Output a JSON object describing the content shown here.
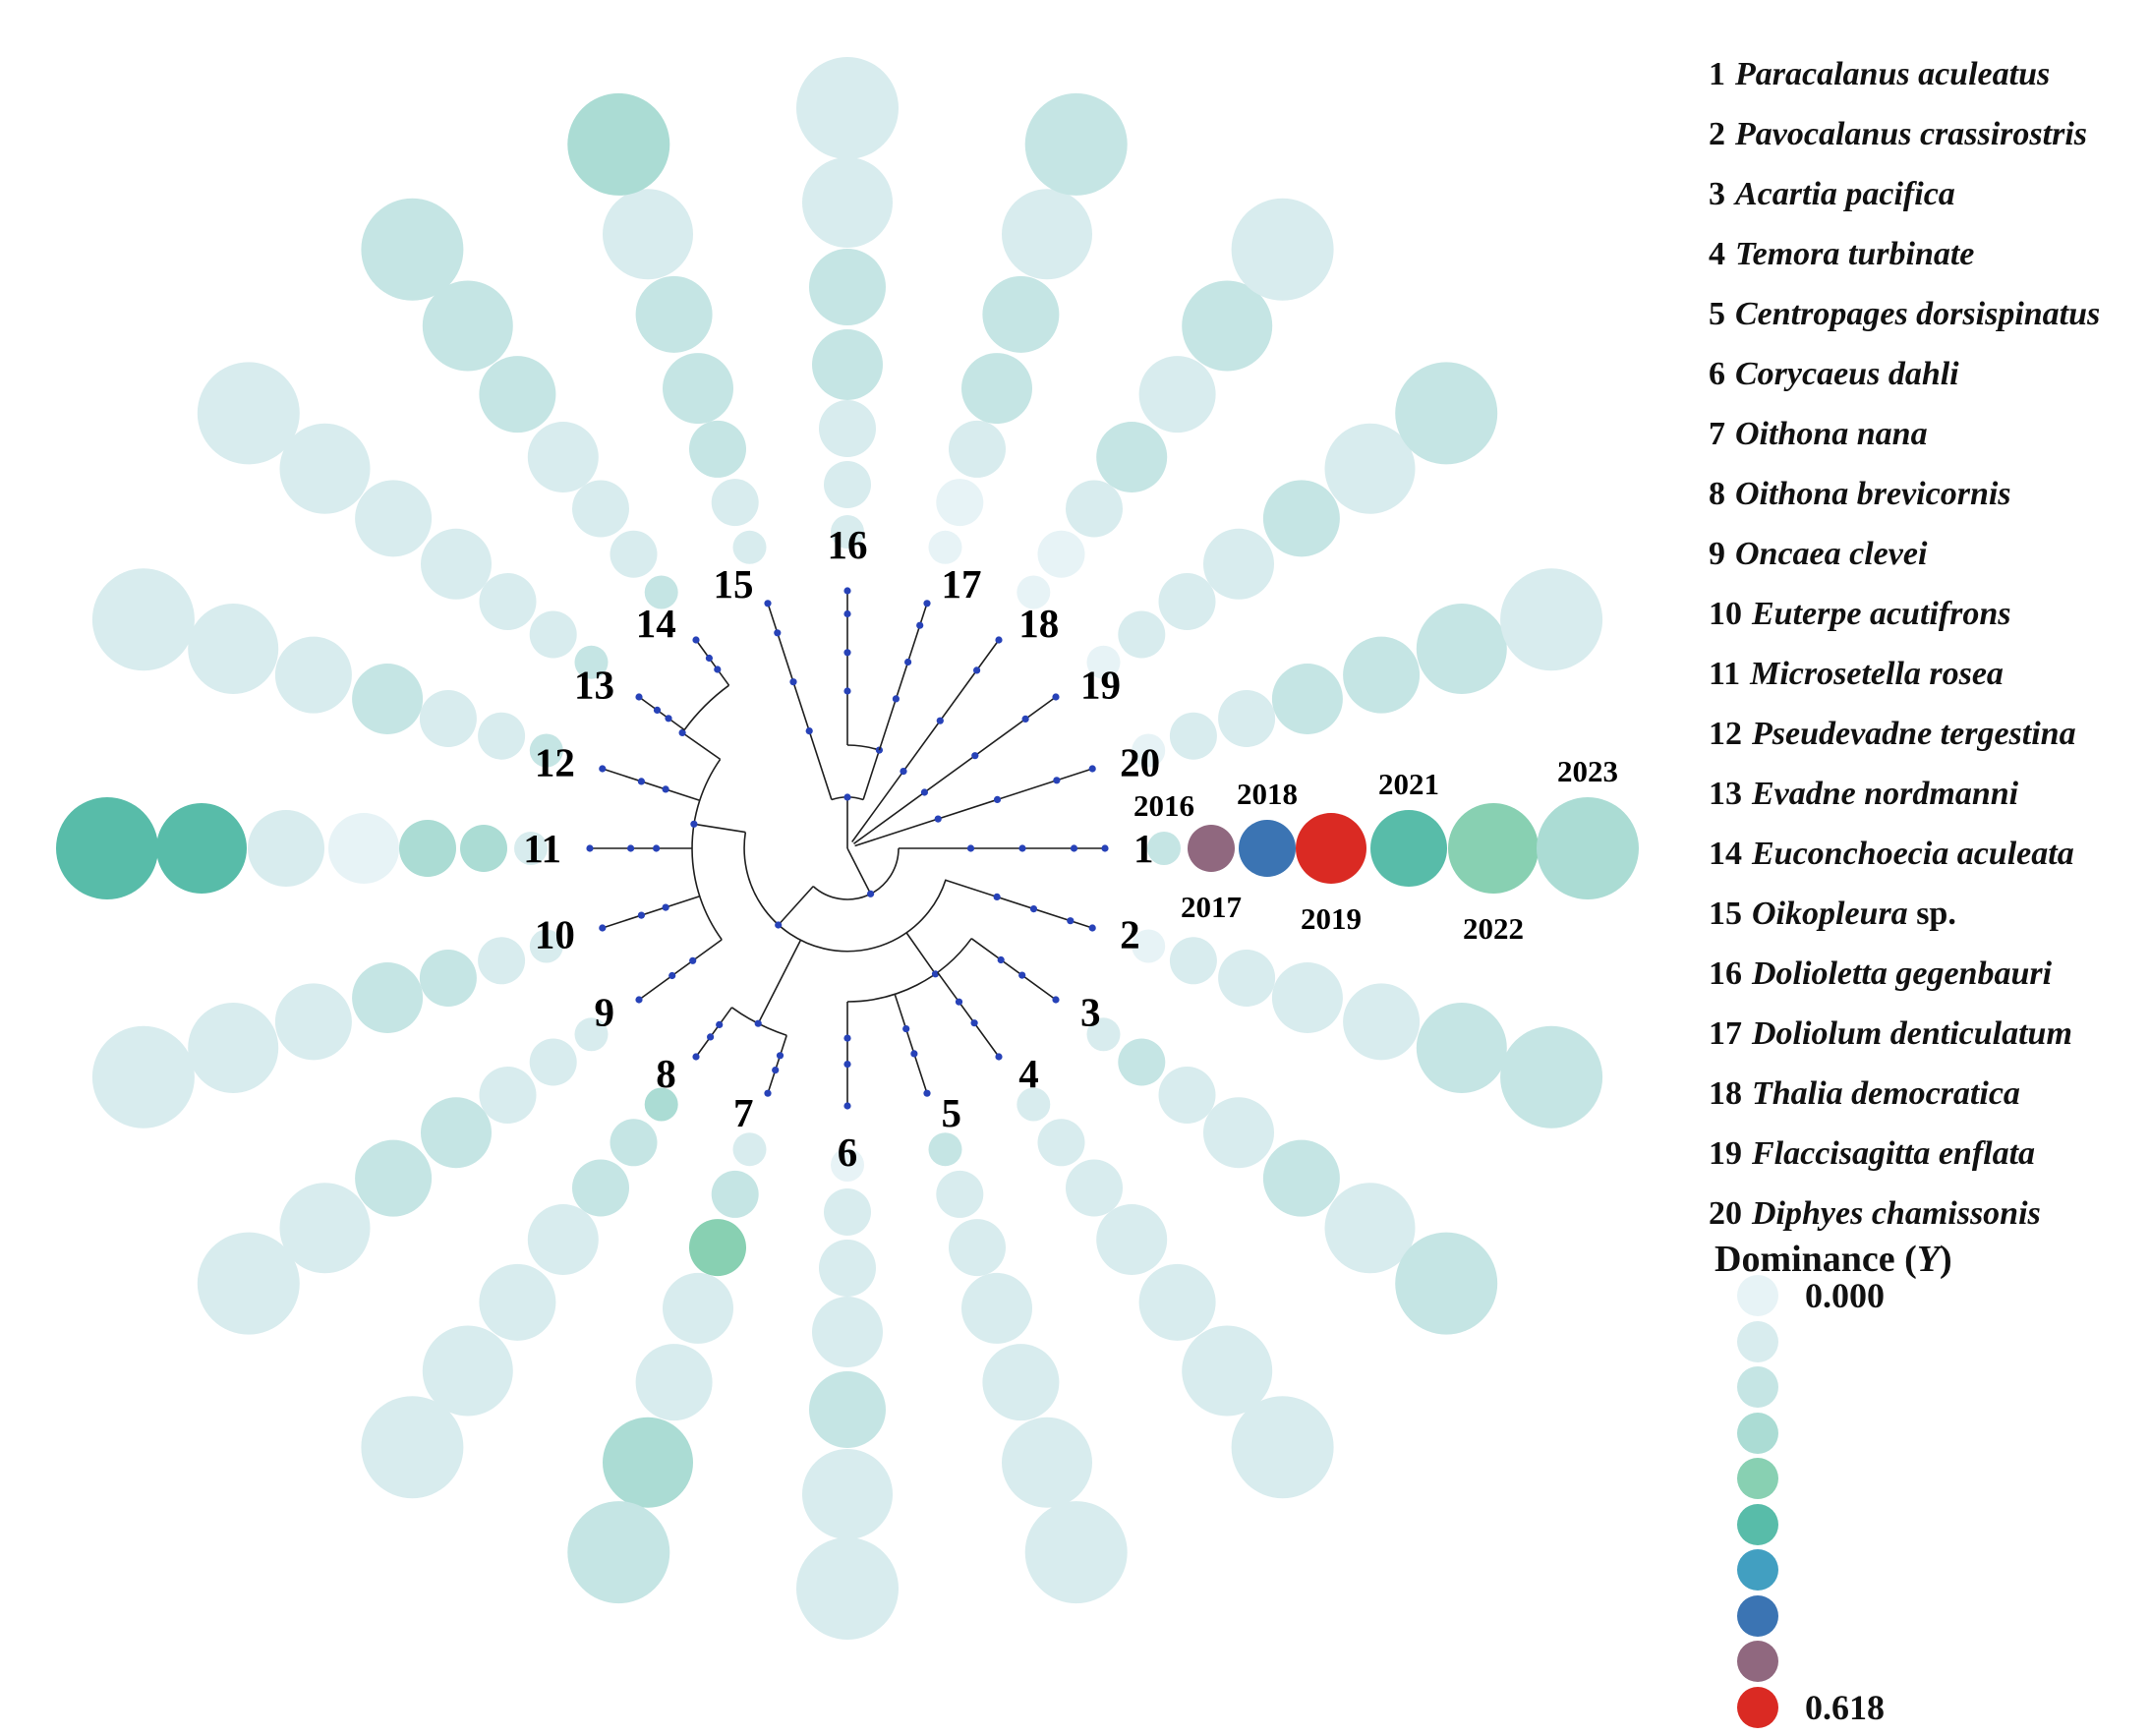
{
  "figure": {
    "background": "#ffffff"
  },
  "legend": {
    "species": [
      {
        "num": "1",
        "italic": "Paracalanus aculeatus",
        "roman": ""
      },
      {
        "num": "2",
        "italic": "Pavocalanus crassirostris",
        "roman": ""
      },
      {
        "num": "3",
        "italic": "Acartia pacifica",
        "roman": ""
      },
      {
        "num": "4",
        "italic": "Temora turbinate",
        "roman": ""
      },
      {
        "num": "5",
        "italic": "Centropages dorsispinatus",
        "roman": ""
      },
      {
        "num": "6",
        "italic": "Corycaeus dahli",
        "roman": ""
      },
      {
        "num": "7",
        "italic": "Oithona nana",
        "roman": ""
      },
      {
        "num": "8",
        "italic": "Oithona brevicornis",
        "roman": ""
      },
      {
        "num": "9",
        "italic": "Oncaea clevei",
        "roman": ""
      },
      {
        "num": "10",
        "italic": "Euterpe acutifrons",
        "roman": ""
      },
      {
        "num": "11",
        "italic": "Microsetella rosea",
        "roman": ""
      },
      {
        "num": "12",
        "italic": "Pseudevadne tergestina",
        "roman": ""
      },
      {
        "num": "13",
        "italic": "Evadne nordmanni",
        "roman": ""
      },
      {
        "num": "14",
        "italic": "Euconchoecia aculeata",
        "roman": ""
      },
      {
        "num": "15",
        "italic": "Oikopleura",
        "roman": "sp."
      },
      {
        "num": "16",
        "italic": "Dolioletta gegenbauri",
        "roman": ""
      },
      {
        "num": "17",
        "italic": "Doliolum denticulatum",
        "roman": ""
      },
      {
        "num": "18",
        "italic": "Thalia democratica",
        "roman": ""
      },
      {
        "num": "19",
        "italic": "Flaccisagitta enflata",
        "roman": ""
      },
      {
        "num": "20",
        "italic": "Diphyes chamissonis",
        "roman": ""
      }
    ]
  },
  "dominance_scale": {
    "title_prefix": "Dominance (",
    "title_y": "Y",
    "title_suffix": ")",
    "min_label": "0.000",
    "max_label": "0.618",
    "min_value": 0.0,
    "max_value": 0.618,
    "colors": [
      "#e7f3f6",
      "#d8ecee",
      "#c5e5e4",
      "#abdcd4",
      "#88d0b2",
      "#58bca9",
      "#429fc1",
      "#3b74b3",
      "#90687f",
      "#da2a23"
    ]
  },
  "chart_data": {
    "type": "radial-bubble-dendrogram",
    "title": "",
    "years": [
      "2016",
      "2017",
      "2018",
      "2019",
      "2021",
      "2022",
      "2023"
    ],
    "year_radii": [
      322,
      370,
      427,
      492,
      571,
      657,
      753
    ],
    "year_bubble_radius": [
      17,
      24,
      29,
      36,
      39,
      46,
      52
    ],
    "year_label_side": [
      "above",
      "below",
      "above",
      "below",
      "above",
      "below",
      "above"
    ],
    "center": {
      "x": 862,
      "y": 863
    },
    "angle_step_deg": 18,
    "palette": [
      "#e7f3f6",
      "#d8ecee",
      "#c5e5e4",
      "#abdcd4",
      "#88d0b2",
      "#58bca9",
      "#429fc1",
      "#3b74b3",
      "#90687f",
      "#da2a23"
    ],
    "class_values": [
      0.0,
      0.069,
      0.137,
      0.206,
      0.275,
      0.343,
      0.412,
      0.481,
      0.549,
      0.618
    ],
    "node_dot_color": "#2742b8",
    "line_color": "#1f1f1f",
    "series": [
      {
        "id": 1,
        "label": "1",
        "species": "Paracalanus aculeatus",
        "color_class": [
          2,
          8,
          7,
          9,
          5,
          4,
          3
        ],
        "dominance": [
          0.137,
          0.549,
          0.481,
          0.618,
          0.343,
          0.275,
          0.206
        ]
      },
      {
        "id": 2,
        "label": "2",
        "species": "Pavocalanus crassirostris",
        "color_class": [
          0,
          1,
          1,
          1,
          1,
          2,
          2
        ],
        "dominance": [
          0.0,
          0.069,
          0.069,
          0.069,
          0.069,
          0.137,
          0.137
        ]
      },
      {
        "id": 3,
        "label": "3",
        "species": "Acartia pacifica",
        "color_class": [
          1,
          2,
          1,
          1,
          2,
          1,
          2
        ],
        "dominance": [
          0.069,
          0.137,
          0.069,
          0.069,
          0.137,
          0.069,
          0.137
        ]
      },
      {
        "id": 4,
        "label": "4",
        "species": "Temora turbinate",
        "color_class": [
          1,
          1,
          1,
          1,
          1,
          1,
          1
        ],
        "dominance": [
          0.069,
          0.069,
          0.069,
          0.069,
          0.069,
          0.069,
          0.069
        ]
      },
      {
        "id": 5,
        "label": "5",
        "species": "Centropages dorsispinatus",
        "color_class": [
          2,
          1,
          1,
          1,
          1,
          1,
          1
        ],
        "dominance": [
          0.137,
          0.069,
          0.069,
          0.069,
          0.069,
          0.069,
          0.069
        ]
      },
      {
        "id": 6,
        "label": "6",
        "species": "Corycaeus dahli",
        "color_class": [
          0,
          1,
          1,
          1,
          2,
          1,
          1
        ],
        "dominance": [
          0.0,
          0.069,
          0.069,
          0.069,
          0.137,
          0.069,
          0.069
        ]
      },
      {
        "id": 7,
        "label": "7",
        "species": "Oithona nana",
        "color_class": [
          1,
          2,
          4,
          1,
          1,
          3,
          2
        ],
        "dominance": [
          0.069,
          0.137,
          0.275,
          0.069,
          0.069,
          0.206,
          0.137
        ]
      },
      {
        "id": 8,
        "label": "8",
        "species": "Oithona brevicornis",
        "color_class": [
          3,
          2,
          2,
          1,
          1,
          1,
          1
        ],
        "dominance": [
          0.206,
          0.137,
          0.137,
          0.069,
          0.069,
          0.069,
          0.069
        ]
      },
      {
        "id": 9,
        "label": "9",
        "species": "Oncaea clevei",
        "color_class": [
          1,
          1,
          1,
          2,
          2,
          1,
          1
        ],
        "dominance": [
          0.069,
          0.069,
          0.069,
          0.137,
          0.137,
          0.069,
          0.069
        ]
      },
      {
        "id": 10,
        "label": "10",
        "species": "Euterpe acutifrons",
        "color_class": [
          1,
          1,
          2,
          2,
          1,
          1,
          1
        ],
        "dominance": [
          0.069,
          0.069,
          0.137,
          0.137,
          0.069,
          0.069,
          0.069
        ]
      },
      {
        "id": 11,
        "label": "11",
        "species": "Microsetella rosea",
        "color_class": [
          1,
          3,
          3,
          0,
          1,
          5,
          5
        ],
        "dominance": [
          0.069,
          0.206,
          0.206,
          0.0,
          0.069,
          0.343,
          0.343
        ]
      },
      {
        "id": 12,
        "label": "12",
        "species": "Pseudevadne tergestina",
        "color_class": [
          2,
          1,
          1,
          2,
          1,
          1,
          1
        ],
        "dominance": [
          0.137,
          0.069,
          0.069,
          0.137,
          0.069,
          0.069,
          0.069
        ]
      },
      {
        "id": 13,
        "label": "13",
        "species": "Evadne nordmanni",
        "color_class": [
          2,
          1,
          1,
          1,
          1,
          1,
          1
        ],
        "dominance": [
          0.137,
          0.069,
          0.069,
          0.069,
          0.069,
          0.069,
          0.069
        ]
      },
      {
        "id": 14,
        "label": "14",
        "species": "Euconchoecia aculeata",
        "color_class": [
          2,
          1,
          1,
          1,
          2,
          2,
          2
        ],
        "dominance": [
          0.137,
          0.069,
          0.069,
          0.069,
          0.137,
          0.137,
          0.137
        ]
      },
      {
        "id": 15,
        "label": "15",
        "species": "Oikopleura sp.",
        "color_class": [
          1,
          1,
          2,
          2,
          2,
          1,
          3
        ],
        "dominance": [
          0.069,
          0.069,
          0.137,
          0.137,
          0.137,
          0.069,
          0.206
        ]
      },
      {
        "id": 16,
        "label": "16",
        "species": "Dolioletta gegenbauri",
        "color_class": [
          1,
          1,
          1,
          2,
          2,
          1,
          1
        ],
        "dominance": [
          0.069,
          0.069,
          0.069,
          0.137,
          0.137,
          0.069,
          0.069
        ]
      },
      {
        "id": 17,
        "label": "17",
        "species": "Doliolum denticulatum",
        "color_class": [
          0,
          0,
          1,
          2,
          2,
          1,
          2
        ],
        "dominance": [
          0.0,
          0.0,
          0.069,
          0.137,
          0.137,
          0.069,
          0.137
        ]
      },
      {
        "id": 18,
        "label": "18",
        "species": "Thalia democratica",
        "color_class": [
          0,
          0,
          1,
          2,
          1,
          2,
          1
        ],
        "dominance": [
          0.0,
          0.0,
          0.069,
          0.137,
          0.069,
          0.137,
          0.069
        ]
      },
      {
        "id": 19,
        "label": "19",
        "species": "Flaccisagitta enflata",
        "color_class": [
          0,
          1,
          1,
          1,
          2,
          1,
          2
        ],
        "dominance": [
          0.0,
          0.069,
          0.069,
          0.069,
          0.137,
          0.069,
          0.137
        ]
      },
      {
        "id": 20,
        "label": "20",
        "species": "Diphyes chamissonis",
        "color_class": [
          0,
          1,
          1,
          2,
          2,
          2,
          1
        ],
        "dominance": [
          0.0,
          0.069,
          0.069,
          0.137,
          0.137,
          0.137,
          0.069
        ]
      }
    ]
  }
}
